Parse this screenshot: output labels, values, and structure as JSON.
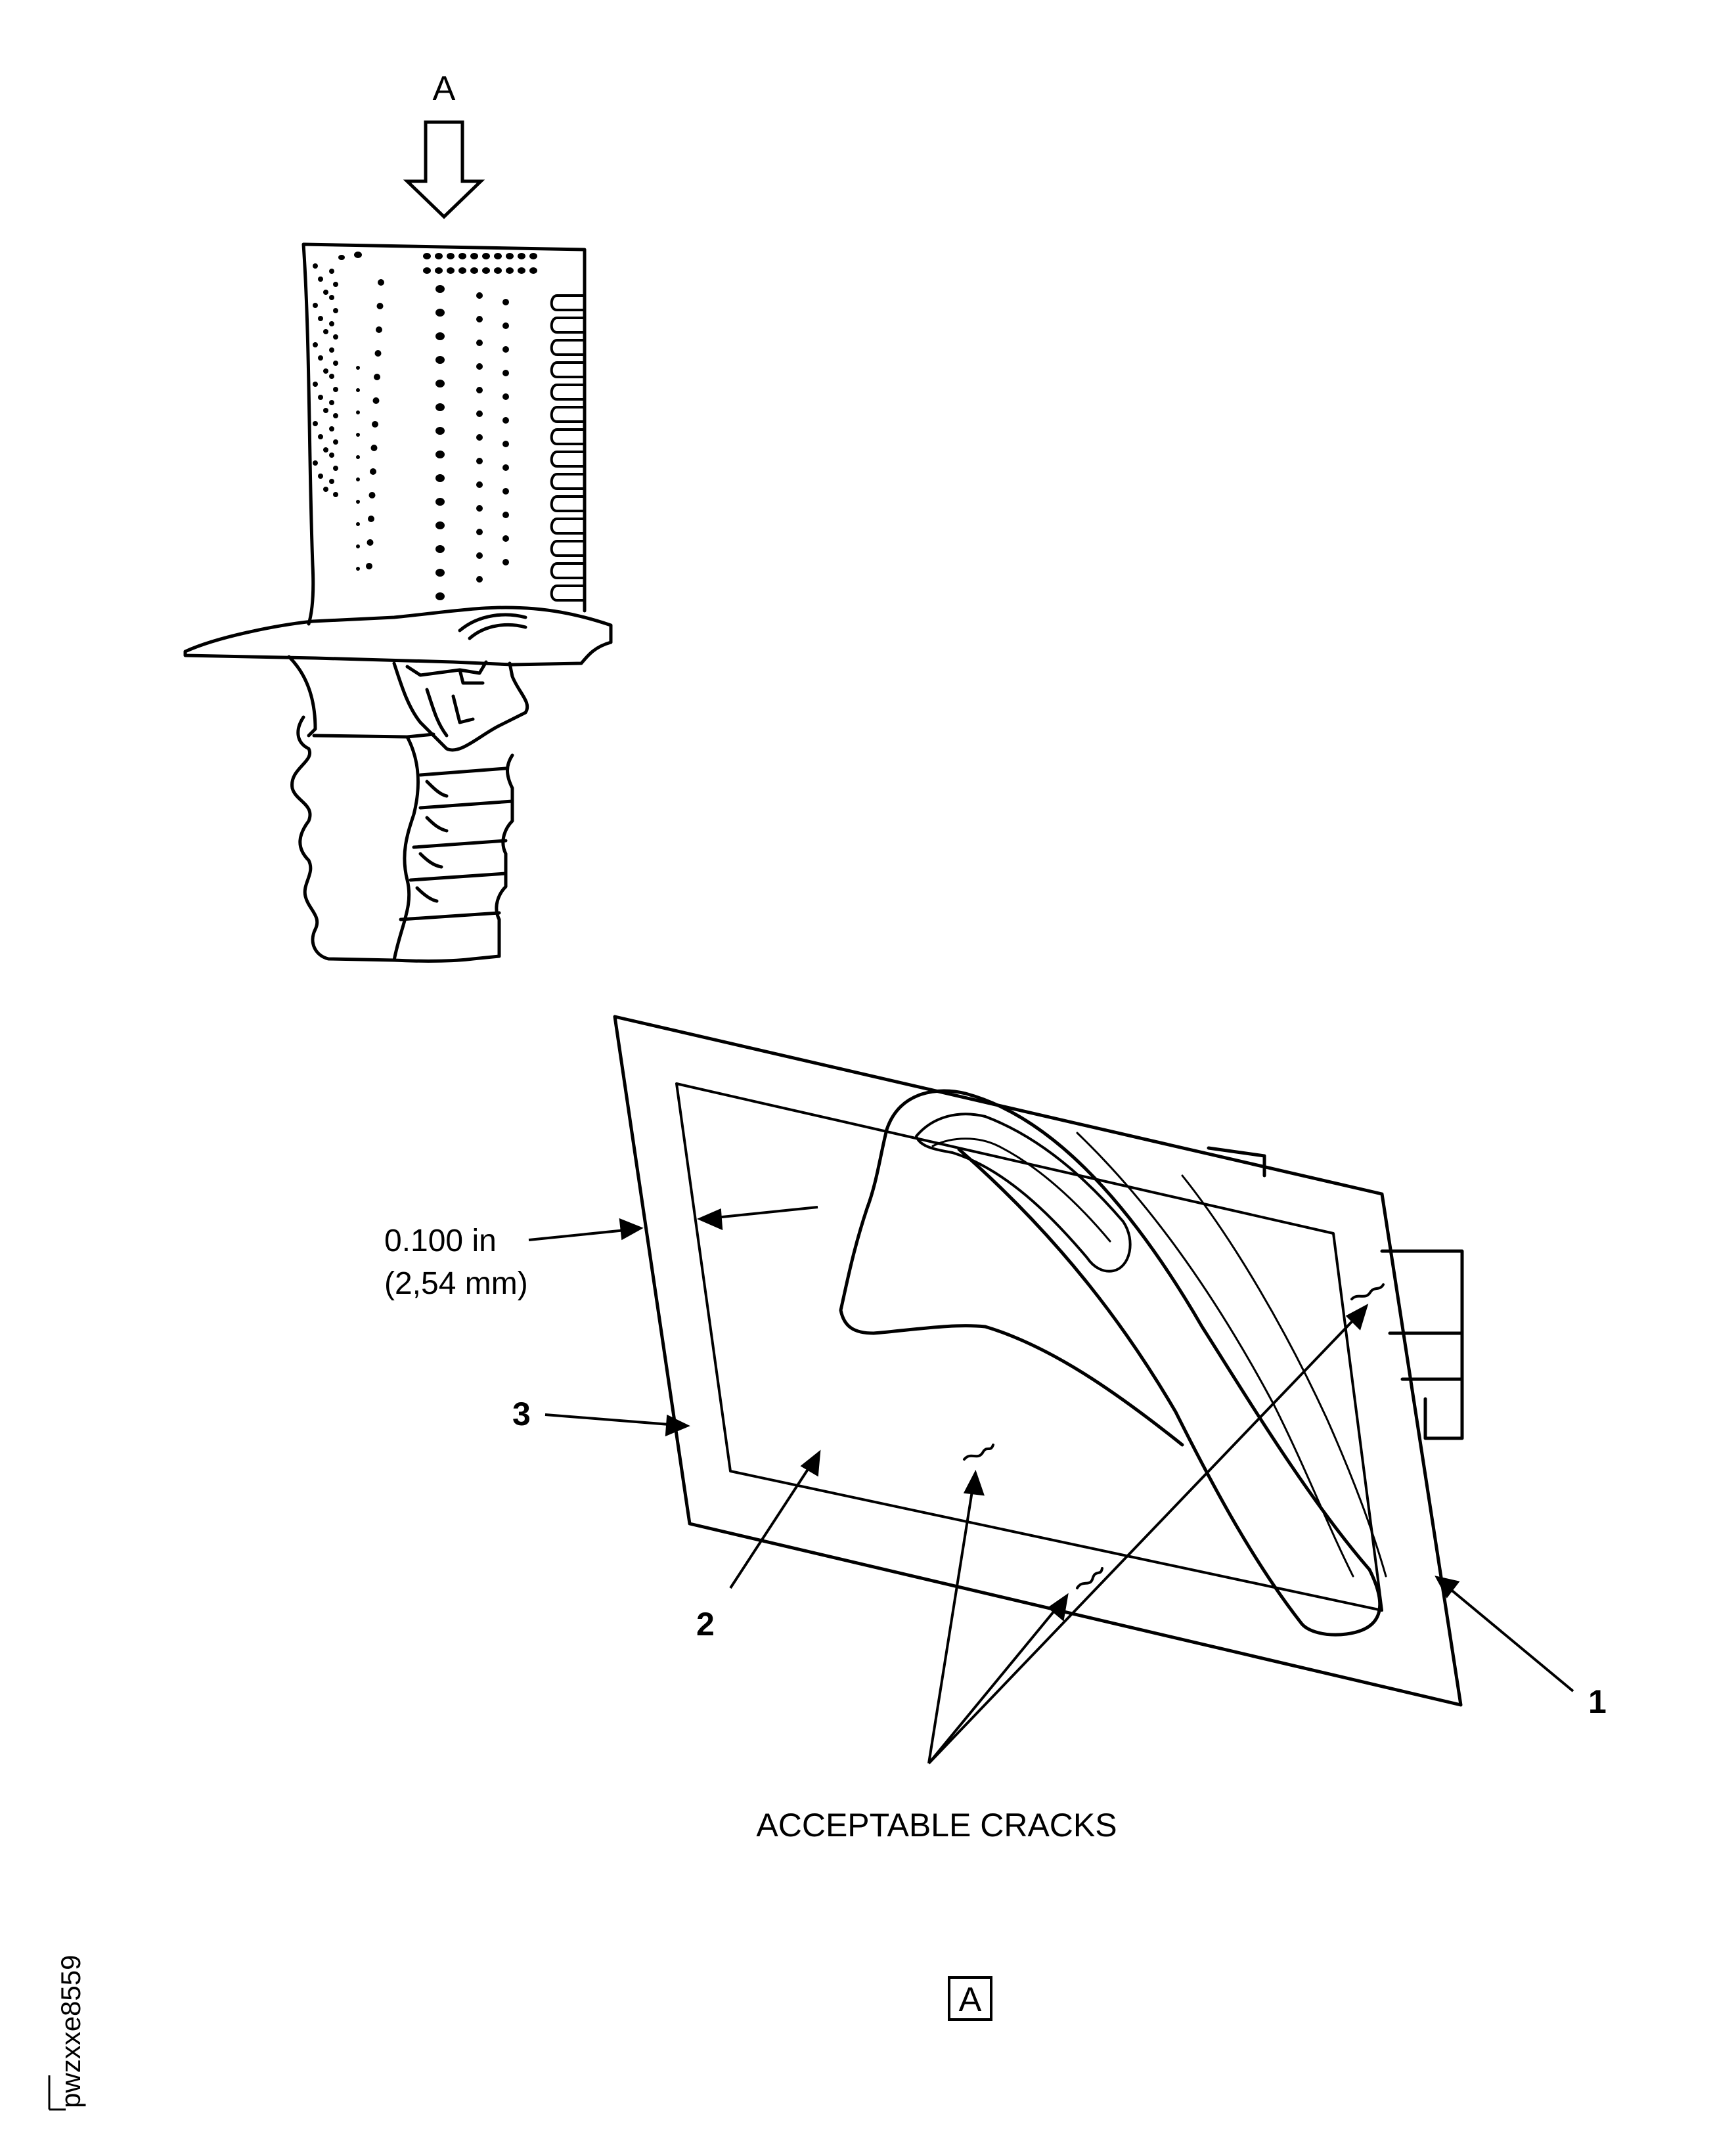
{
  "view_arrow_label": "A",
  "dimension": {
    "imperial": "0.100 in",
    "metric": "(2,54 mm)"
  },
  "callouts": {
    "item_1": "1",
    "item_2": "2",
    "item_3": "3"
  },
  "cracks_label": "ACCEPTABLE CRACKS",
  "view_label": "A",
  "figure_id": "pwzxxe8559",
  "colors": {
    "line": "#000000",
    "background": "#ffffff"
  }
}
